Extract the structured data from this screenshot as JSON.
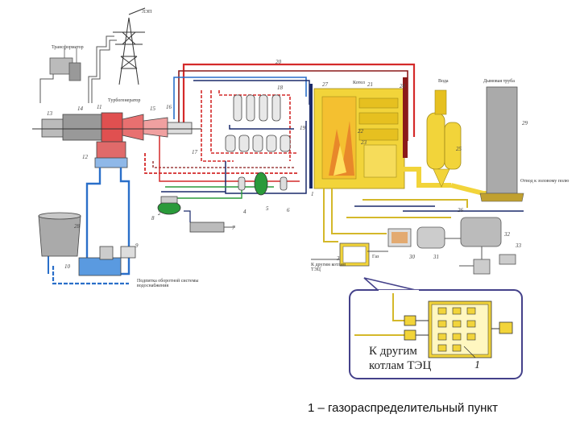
{
  "labels": {
    "lep": "ЛЭП",
    "transformer": "Трансформатор",
    "turbogenerator": "Турбогенератор",
    "boiler": "Котел",
    "water": "Вода",
    "chimney": "Дымовая труба",
    "ash_dump": "Отвод к золовому полю",
    "cooling_supply": "Подпитка оборотной системы водоснабжения",
    "to_other_boilers_small": "К другим котлам ТЭЦ",
    "gas_small": "Газ"
  },
  "numbers": {
    "n1": "1",
    "n2": "2",
    "n3": "3",
    "n4": "4",
    "n5": "5",
    "n6": "6",
    "n7": "7",
    "n8": "8",
    "n9": "9",
    "n10": "10",
    "n11": "11",
    "n12": "12",
    "n13": "13",
    "n14": "14",
    "n15": "15",
    "n16": "16",
    "n17": "17",
    "n18": "18",
    "n19": "19",
    "n20": "20",
    "n21": "21",
    "n22": "22",
    "n23": "23",
    "n24": "24",
    "n25": "25",
    "n26": "26",
    "n27": "27",
    "n28": "28",
    "n29": "29",
    "n30": "30",
    "n31": "31",
    "n32": "32",
    "n33": "33"
  },
  "zoom": {
    "line1": "К другим",
    "line2": "котлам ТЭЦ",
    "number": "1"
  },
  "caption": "1 – газораспределительный пункт",
  "colors": {
    "red": "#d42a2a",
    "darkred": "#8b1a1a",
    "blue": "#2a6fc9",
    "navy": "#1a2a6a",
    "green": "#2a9a3a",
    "yellow": "#f2d43a",
    "orange": "#e8882a",
    "gray": "#8a8a8a",
    "frame": "#44418a"
  }
}
